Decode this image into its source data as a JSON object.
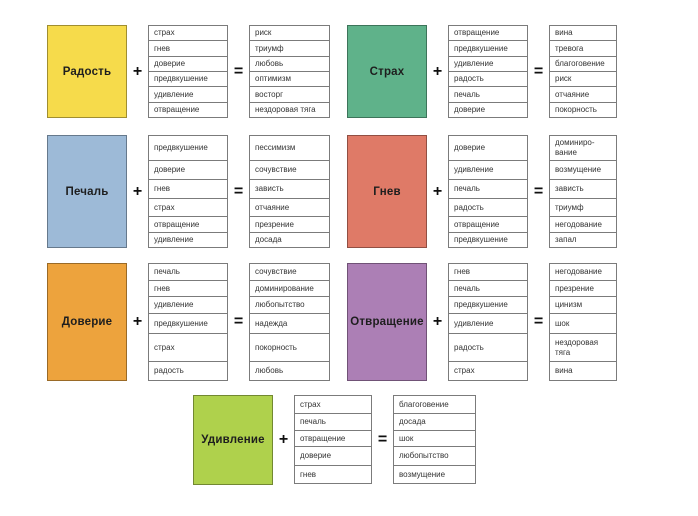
{
  "ops": {
    "plus": "+",
    "equals": "="
  },
  "groups": [
    {
      "base": "Радость",
      "color": "#F6DB4B",
      "inputs": [
        "страх",
        "гнев",
        "доверие",
        "предвкушение",
        "удивление",
        "отвращение"
      ],
      "results": [
        "риск",
        "триумф",
        "любовь",
        "оптимизм",
        "восторг",
        "нездоровая тяга"
      ]
    },
    {
      "base": "Страх",
      "color": "#5FB28A",
      "inputs": [
        "отвращение",
        "предвкушение",
        "удивление",
        "радость",
        "печаль",
        "доверие"
      ],
      "results": [
        "вина",
        "тревога",
        "благоговение",
        "риск",
        "отчаяние",
        "покорность"
      ]
    },
    {
      "base": "Печаль",
      "color": "#9DBAD7",
      "inputs": [
        "предвкушение",
        "доверие",
        "гнев",
        "страх",
        "отвращение",
        "удивление"
      ],
      "results": [
        "пессимизм",
        "сочувствие",
        "зависть",
        "отчаяние",
        "презрение",
        "досада"
      ]
    },
    {
      "base": "Гнев",
      "color": "#DF7A67",
      "inputs": [
        "доверие",
        "удивление",
        "печаль",
        "радость",
        "отвращение",
        "предвкушение"
      ],
      "results": [
        "доминиро-вание",
        "возмущение",
        "зависть",
        "триумф",
        "негодование",
        "запал"
      ]
    },
    {
      "base": "Доверие",
      "color": "#EDA33D",
      "inputs": [
        "печаль",
        "гнев",
        "удивление",
        "предвкушение",
        "страх",
        "радость"
      ],
      "results": [
        "сочувствие",
        "доминирование",
        "любопытство",
        "надежда",
        "покорность",
        "любовь"
      ]
    },
    {
      "base": "Отвращение",
      "color": "#AC7FB5",
      "inputs": [
        "гнев",
        "печаль",
        "предвкушение",
        "удивление",
        "радость",
        "страх"
      ],
      "results": [
        "негодование",
        "презрение",
        "цинизм",
        "шок",
        "нездоровая тяга",
        "вина"
      ]
    },
    {
      "base": "Удивление",
      "color": "#AFD14C",
      "inputs": [
        "страх",
        "печаль",
        "отвращение",
        "доверие",
        "гнев"
      ],
      "results": [
        "благоговение",
        "досада",
        "шок",
        "любопытство",
        "возмущение"
      ]
    }
  ]
}
